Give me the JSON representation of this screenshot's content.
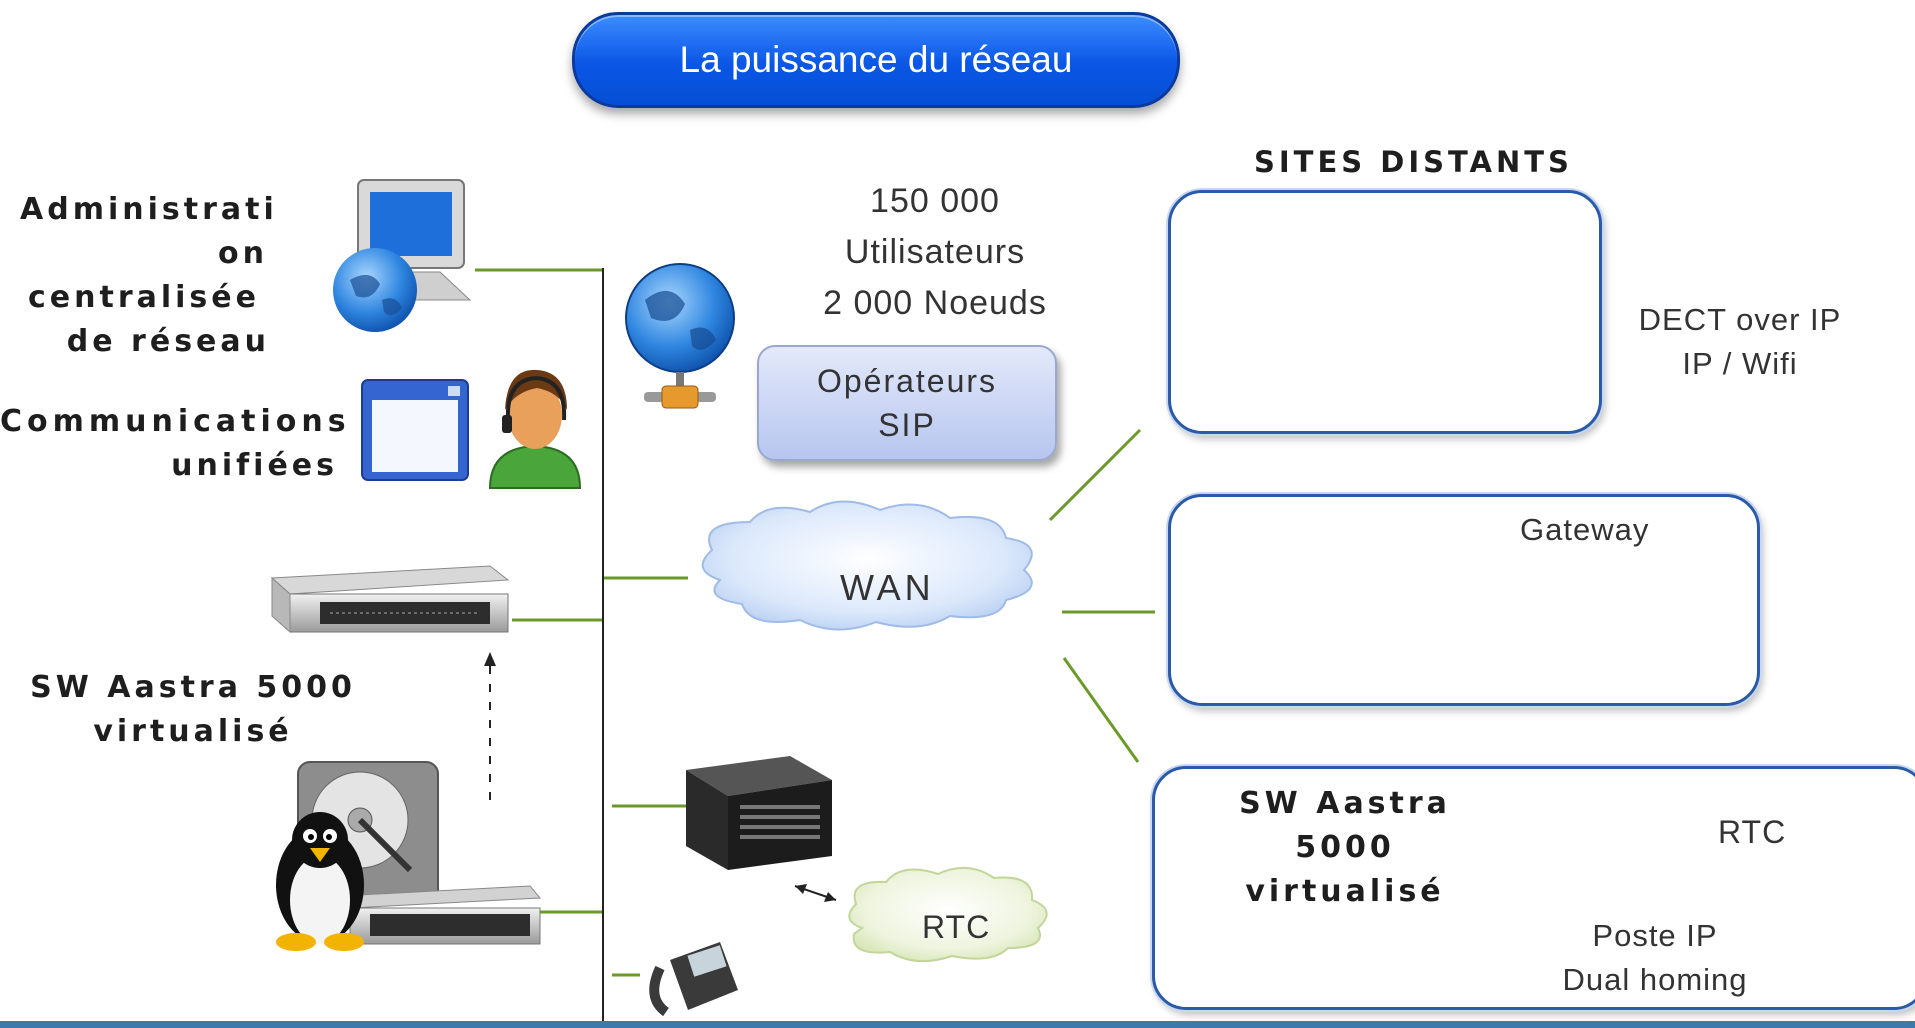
{
  "title": "La puissance du réseau",
  "stats": {
    "users_line1": "150 000",
    "users_line2": "Utilisateurs",
    "nodes": "2 000 Noeuds"
  },
  "operators_box": {
    "line1": "Opérateurs",
    "line2": "SIP"
  },
  "left_labels": {
    "admin_line1": "Administrati",
    "admin_line2": "on",
    "admin_line3": "centralisée",
    "admin_line4": "de réseau",
    "comm_line1": "Communications",
    "comm_line2": "unifiées",
    "sw_line1": "SW Aastra 5000",
    "sw_line2": "virtualisé"
  },
  "wan_label": "WAN",
  "rtc_center_label": "RTC",
  "sites": {
    "heading": "SITES DISTANTS",
    "site1": {
      "line1": "DECT over IP",
      "line2": "IP / Wifi"
    },
    "site2": {
      "gateway_label": "Gateway"
    },
    "site3": {
      "sw_line1": "SW Aastra",
      "sw_line2": "5000",
      "sw_line3": "virtualisé",
      "rtc_label": "RTC",
      "poste_line1": "Poste IP",
      "poste_line2": "Dual homing"
    }
  },
  "colors": {
    "link_green": "#6a9a2a",
    "title_blue": "#0a56e6",
    "site_border": "#2a5aa8",
    "footer": "#3d79ad"
  },
  "icons": [
    "monitor-globe-icon",
    "application-window-icon",
    "operator-headset-icon",
    "rack-server-icon",
    "hard-disk-icon",
    "linux-penguin-icon",
    "network-globe-icon",
    "cabinet-pbx-icon",
    "ip-phone-icon",
    "dect-antenna-icon",
    "dect-handset-icon",
    "gateway-box-icon",
    "printer-icon",
    "cloud-icon"
  ]
}
